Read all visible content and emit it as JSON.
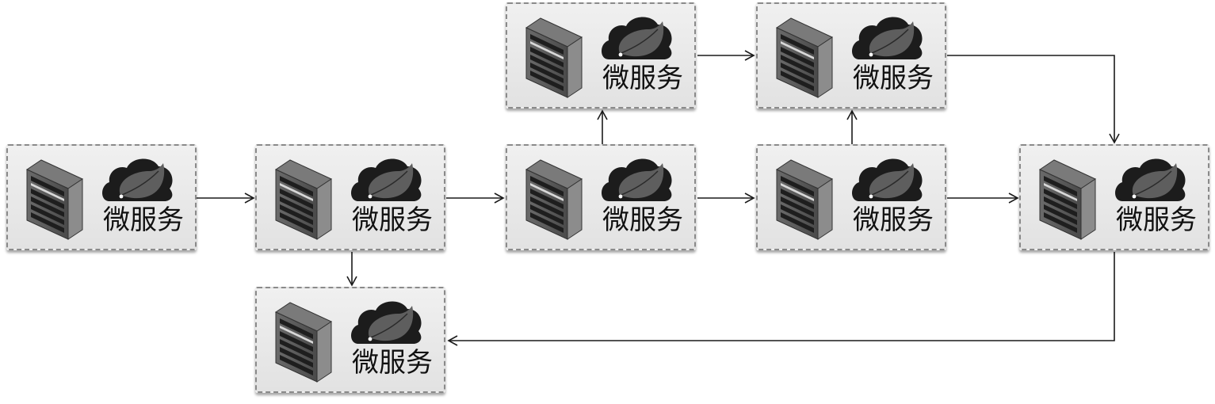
{
  "diagram": {
    "title": "",
    "nodes": [
      {
        "id": "A",
        "label": "微服务",
        "icons": [
          "server-icon",
          "spring-cloud-icon"
        ]
      },
      {
        "id": "B",
        "label": "微服务",
        "icons": [
          "server-icon",
          "spring-cloud-icon"
        ]
      },
      {
        "id": "C",
        "label": "微服务",
        "icons": [
          "server-icon",
          "spring-cloud-icon"
        ]
      },
      {
        "id": "D",
        "label": "微服务",
        "icons": [
          "server-icon",
          "spring-cloud-icon"
        ]
      },
      {
        "id": "E",
        "label": "微服务",
        "icons": [
          "server-icon",
          "spring-cloud-icon"
        ]
      },
      {
        "id": "F",
        "label": "微服务",
        "icons": [
          "server-icon",
          "spring-cloud-icon"
        ]
      },
      {
        "id": "G",
        "label": "微服务",
        "icons": [
          "server-icon",
          "spring-cloud-icon"
        ]
      },
      {
        "id": "H",
        "label": "微服务",
        "icons": [
          "server-icon",
          "spring-cloud-icon"
        ]
      }
    ],
    "edges": [
      {
        "from": "A",
        "to": "B"
      },
      {
        "from": "B",
        "to": "C"
      },
      {
        "from": "C",
        "to": "D"
      },
      {
        "from": "D",
        "to": "E"
      },
      {
        "from": "C",
        "to": "F"
      },
      {
        "from": "F",
        "to": "G"
      },
      {
        "from": "D",
        "to": "G"
      },
      {
        "from": "G",
        "to": "E"
      },
      {
        "from": "B",
        "to": "H"
      },
      {
        "from": "E",
        "to": "H"
      }
    ]
  },
  "colors": {
    "node_fill_top": "#f0f0f0",
    "node_fill_bottom": "#e2e2e2",
    "node_border": "#8a8a8a",
    "edge": "#1a1a1a",
    "text": "#111111"
  }
}
